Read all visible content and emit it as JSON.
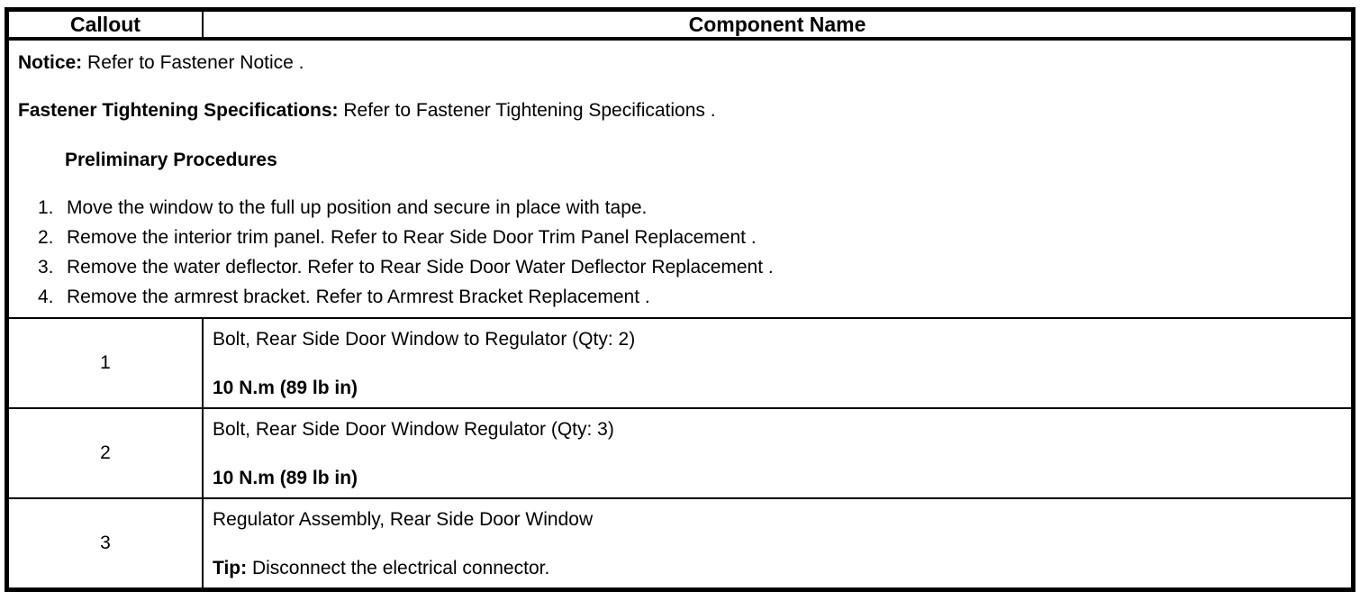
{
  "colors": {
    "background": "#ffffff",
    "border": "#000000",
    "text": "#000000"
  },
  "table": {
    "header": {
      "callout_label": "Callout",
      "component_label": "Component Name"
    },
    "intro": {
      "notice_label": "Notice:",
      "notice_text": "Refer to Fastener Notice .",
      "fts_label": "Fastener Tightening Specifications:",
      "fts_text": "Refer to Fastener Tightening Specifications .",
      "preliminary_heading": "Preliminary Procedures",
      "steps": [
        {
          "num": "1.",
          "text": "Move the window to the full up position and secure in place with tape."
        },
        {
          "num": "2.",
          "text": "Remove the interior trim panel. Refer to Rear Side Door Trim Panel Replacement ."
        },
        {
          "num": "3.",
          "text": "Remove the water deflector. Refer to Rear Side Door Water Deflector Replacement ."
        },
        {
          "num": "4.",
          "text": "Remove the armrest bracket. Refer to Armrest Bracket Replacement ."
        }
      ]
    },
    "rows": [
      {
        "callout": "1",
        "name": "Bolt, Rear Side Door Window to Regulator (Qty: 2)",
        "spec": "10 N.m (89 lb in)"
      },
      {
        "callout": "2",
        "name": "Bolt, Rear Side Door Window Regulator (Qty: 3)",
        "spec": "10 N.m (89 lb in)"
      },
      {
        "callout": "3",
        "name": "Regulator Assembly, Rear Side Door Window",
        "tip_label": "Tip:",
        "tip_text": "Disconnect the electrical connector."
      }
    ]
  }
}
